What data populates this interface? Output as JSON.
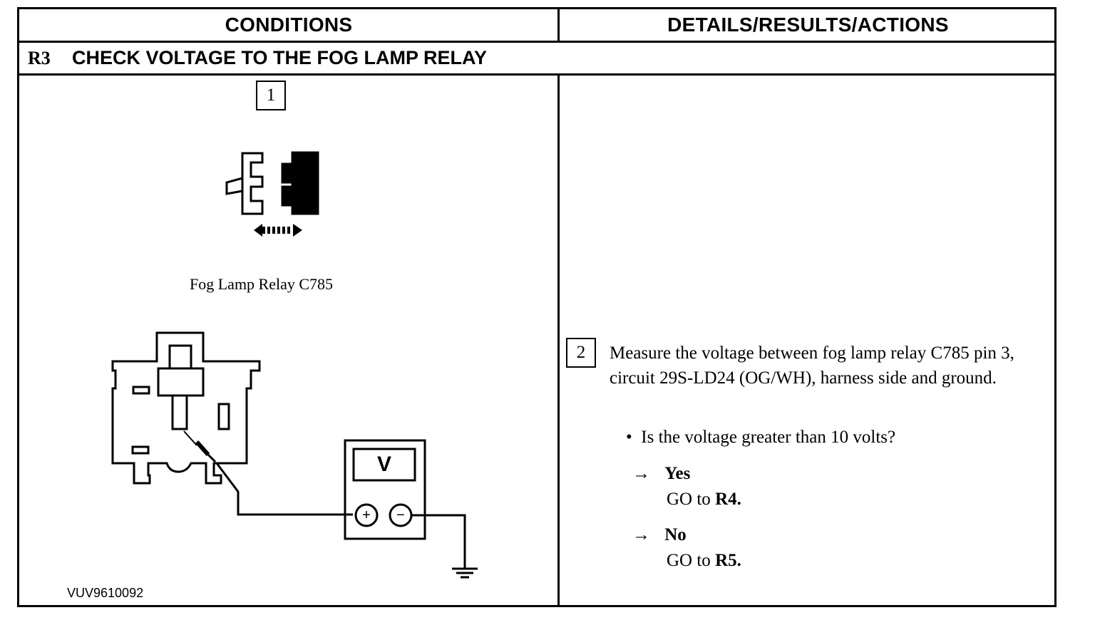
{
  "headers": {
    "conditions": "CONDITIONS",
    "details": "DETAILS/RESULTS/ACTIONS"
  },
  "section": {
    "code": "R3",
    "title": "CHECK VOLTAGE TO THE FOG LAMP RELAY"
  },
  "conditions": {
    "step1_number": "1",
    "connector_caption": "Fog Lamp Relay C785",
    "meter_label": "V",
    "meter_plus": "+",
    "meter_minus": "−",
    "figure_id": "VUV9610092"
  },
  "details": {
    "step2_number": "2",
    "instruction": "Measure the voltage between fog lamp relay C785 pin 3, circuit 29S-LD24 (OG/WH), harness side and ground.",
    "bullet": "•",
    "question": "Is the voltage greater than 10 volts?",
    "answers": [
      {
        "arrow": "→",
        "label": "Yes",
        "action_prefix": "GO to ",
        "action_target": "R4."
      },
      {
        "arrow": "→",
        "label": "No",
        "action_prefix": "GO to ",
        "action_target": "R5."
      }
    ]
  }
}
